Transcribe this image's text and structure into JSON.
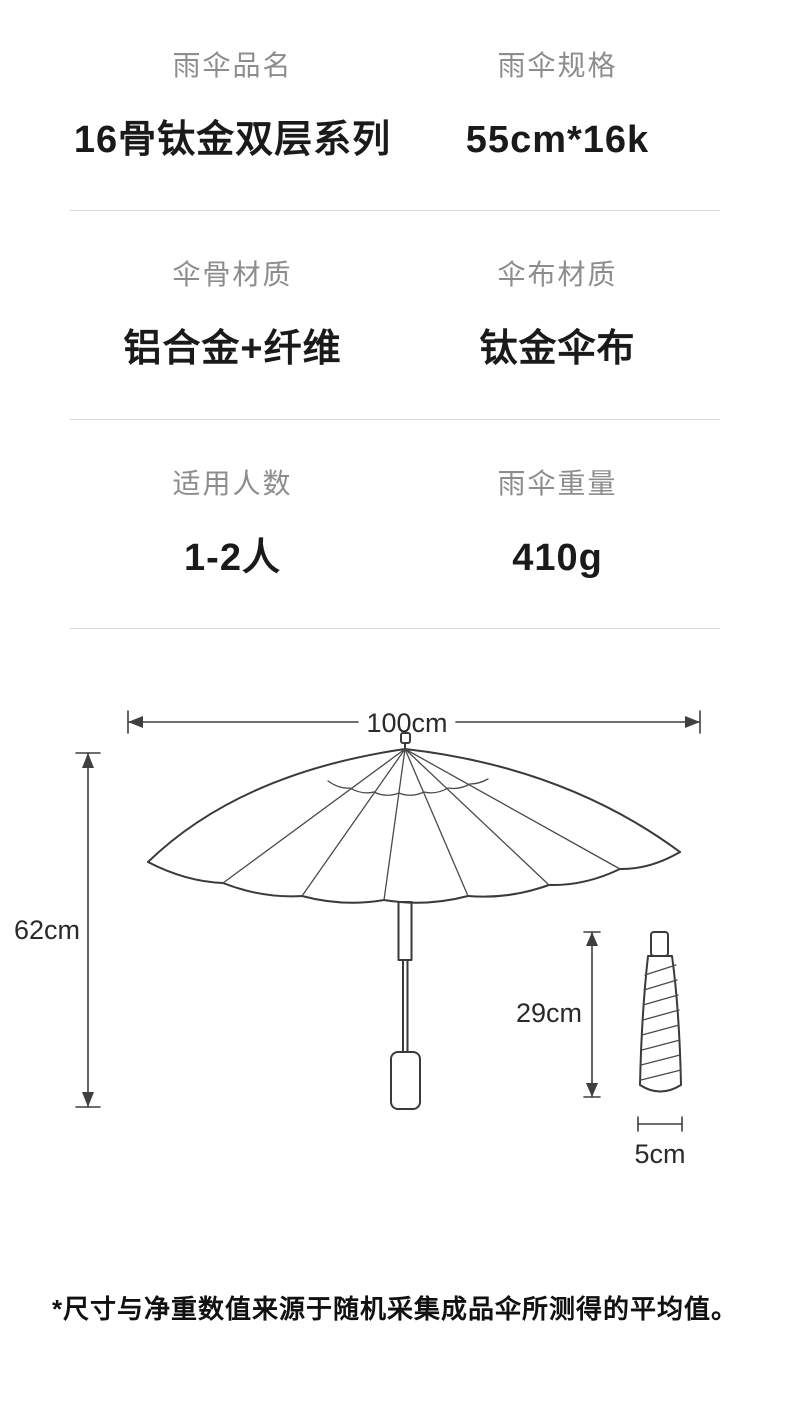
{
  "specs": {
    "rows": [
      {
        "left": {
          "label": "雨伞品名",
          "value": "16骨钛金双层系列"
        },
        "right": {
          "label": "雨伞规格",
          "value": "55cm*16k"
        }
      },
      {
        "left": {
          "label": "伞骨材质",
          "value": "铝合金+纤维"
        },
        "right": {
          "label": "伞布材质",
          "value": "钛金伞布"
        }
      },
      {
        "left": {
          "label": "适用人数",
          "value": "1-2人"
        },
        "right": {
          "label": "雨伞重量",
          "value": "410g"
        }
      }
    ]
  },
  "diagram": {
    "open_width": "100cm",
    "open_height": "62cm",
    "folded_height": "29cm",
    "folded_width": "5cm"
  },
  "footnote": "*尺寸与净重数值来源于随机采集成品伞所测得的平均值。"
}
